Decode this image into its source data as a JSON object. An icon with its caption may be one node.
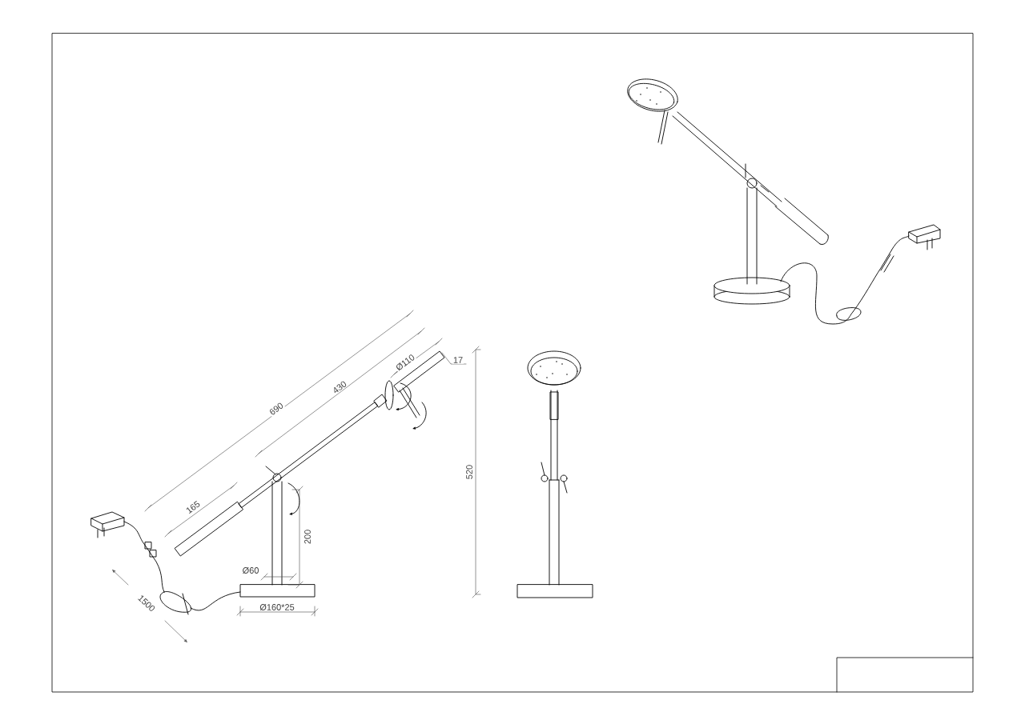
{
  "diagram": {
    "labels": [
      "17",
      "Ø110",
      "430",
      "690",
      "520",
      "165",
      "200",
      "Ø60",
      "1500",
      "Ø160*25"
    ]
  }
}
